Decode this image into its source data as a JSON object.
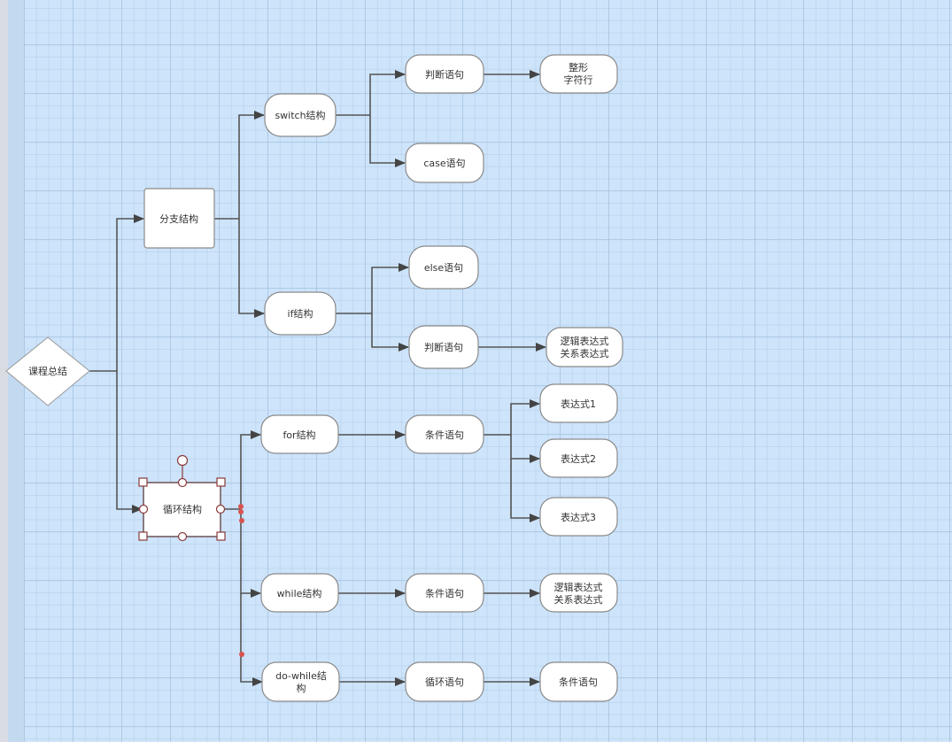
{
  "canvas": {
    "background": "#cde4fb",
    "grid": true
  },
  "nodes": {
    "root": {
      "label": "课程总结",
      "shape": "diamond"
    },
    "branch": {
      "label": "分支结构",
      "shape": "rect"
    },
    "loop": {
      "label": "循环结构",
      "shape": "rect",
      "selected": true
    },
    "switch": {
      "label": "switch结构"
    },
    "switch_judge": {
      "label": "判断语句"
    },
    "switch_case": {
      "label": "case语句"
    },
    "switch_types": {
      "lines": [
        "整形",
        "字符行"
      ]
    },
    "if": {
      "label": "if结构"
    },
    "if_else": {
      "label": "else语句"
    },
    "if_judge": {
      "label": "判断语句"
    },
    "if_expr": {
      "lines": [
        "逻辑表达式",
        "关系表达式"
      ]
    },
    "for": {
      "label": "for结构"
    },
    "for_cond": {
      "label": "条件语句"
    },
    "for_expr1": {
      "label": "表达式1"
    },
    "for_expr2": {
      "label": "表达式2"
    },
    "for_expr3": {
      "label": "表达式3"
    },
    "while": {
      "label": "while结构"
    },
    "while_cond": {
      "label": "条件语句"
    },
    "while_expr": {
      "lines": [
        "逻辑表达式",
        "关系表达式"
      ]
    },
    "dowhile": {
      "lines": [
        "do-while结",
        "构"
      ]
    },
    "dowhile_loop": {
      "label": "循环语句"
    },
    "dowhile_cond": {
      "label": "条件语句"
    }
  },
  "colors": {
    "edge": "#555555",
    "node_border": "#8a8a8a",
    "selection": "#8b3a3a",
    "waypoint": "#d9534f"
  }
}
